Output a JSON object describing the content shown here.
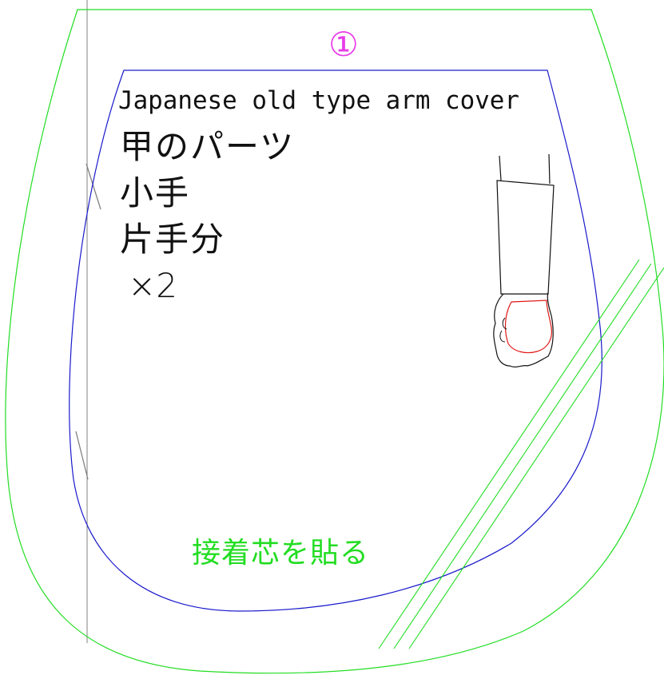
{
  "pattern": {
    "piece_number": "①",
    "title": "Japanese old type arm cover",
    "lines": [
      "甲のパーツ",
      "小手",
      "片手分",
      "×2"
    ],
    "interfacing_note": "接着芯を貼る"
  },
  "colors": {
    "seam_allowance": "#22dd22",
    "cut_line": "#1a1acc",
    "piece_number": "#e83ce8",
    "label_text": "#111111",
    "interfacing_note": "#22dd22",
    "figure_outline": "#111111",
    "fist_outline": "#e01818",
    "guide_line": "#808080"
  }
}
